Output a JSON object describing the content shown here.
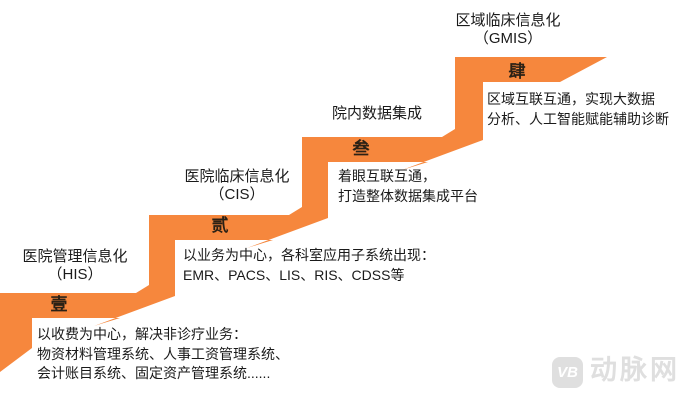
{
  "colors": {
    "background": "#FFFFFF",
    "accent_orange": "#F6873D",
    "text": "#1A1A1A",
    "numeral": "#2B2115",
    "watermark_gray": "#DFDFDF"
  },
  "steps": [
    {
      "numeral": "壹",
      "title_lines": [
        "医院管理信息化",
        "（HIS）"
      ],
      "desc_lines": [
        "以收费为中心，解决非诊疗业务：",
        "物资材料管理系统、人事工资管理系统、",
        "会计账目系统、固定资产管理系统......"
      ]
    },
    {
      "numeral": "贰",
      "title_lines": [
        "医院临床信息化",
        "（CIS）"
      ],
      "desc_lines": [
        "以业务为中心，各科室应用子系统出现：",
        "EMR、PACS、LIS、RIS、CDSS等"
      ]
    },
    {
      "numeral": "叁",
      "title_lines": [
        "院内数据集成"
      ],
      "desc_lines": [
        "着眼互联互通，",
        "打造整体数据集成平台"
      ]
    },
    {
      "numeral": "肆",
      "title_lines": [
        "区域临床信息化",
        "（GMIS）"
      ],
      "desc_lines": [
        "区域互联互通，实现大数据",
        "分析、人工智能赋能辅助诊断"
      ]
    }
  ],
  "watermark": {
    "logo_text": "VB",
    "brand_text": "动脉网"
  }
}
